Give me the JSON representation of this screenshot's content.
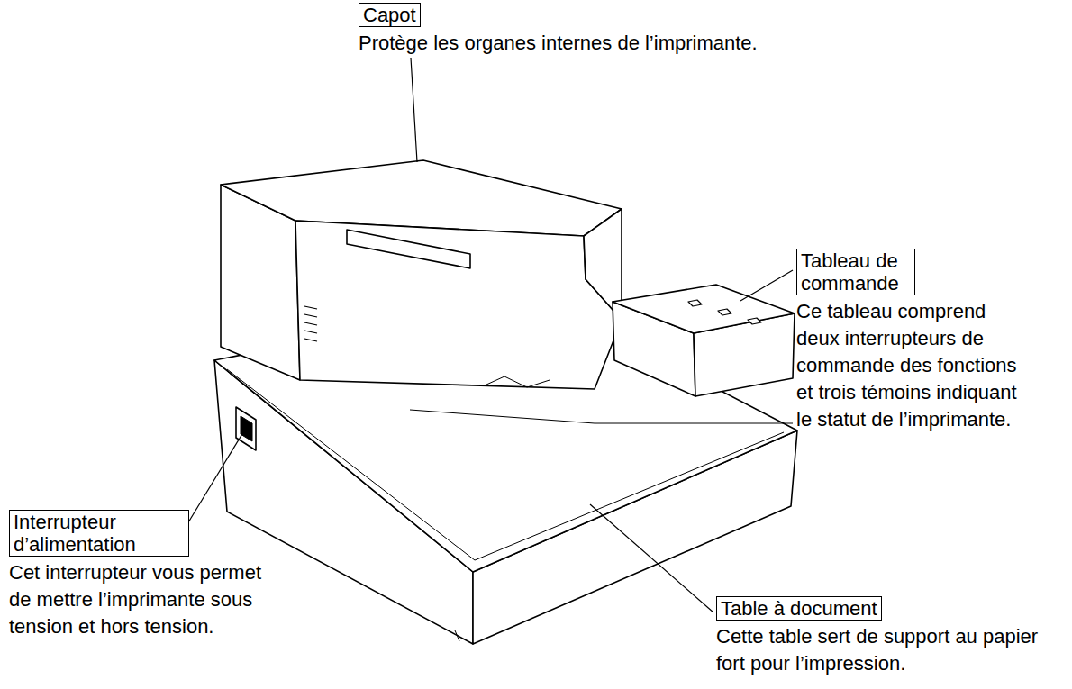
{
  "diagram": {
    "nodes": [
      {
        "text": [
          "Capot",
          "Protège les organes internes de l’imprimante."
        ]
      },
      {
        "text": [
          "Tableau de commande",
          "Ce tableau comprend deux interrupteurs de commande des fonctions et trois témoins indiquant le statut de l’imprimante."
        ]
      },
      {
        "text": [
          "Interrupteur d’alimentation",
          "Cet interrupteur vous permet de mettre l’imprimante sous tension et hors tension."
        ]
      },
      {
        "text": [
          "Table à document",
          "Cette table sert de support au papier fort pour l’impression."
        ]
      }
    ]
  }
}
